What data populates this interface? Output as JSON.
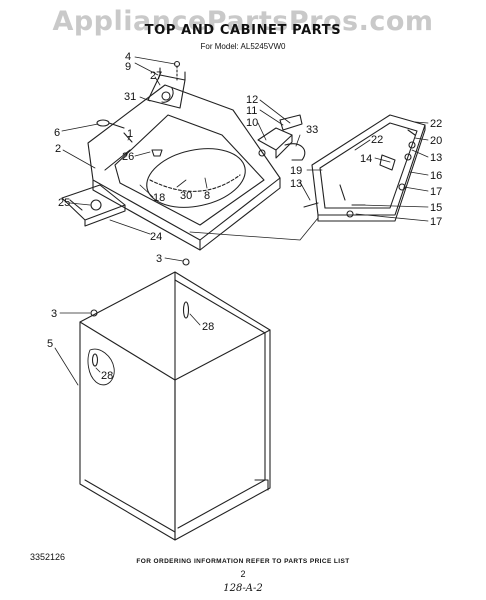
{
  "watermark": "AppliancePartsPros.com",
  "title": "TOP AND CABINET PARTS",
  "model_line": "For Model: AL5245VW0",
  "doc_number": "3352126",
  "footer_note": "FOR ORDERING INFORMATION REFER TO PARTS PRICE LIST",
  "page_number": "2",
  "handwritten_note": "128-A-2",
  "part_labels": [
    "4",
    "9",
    "27",
    "31",
    "6",
    "1",
    "2",
    "26",
    "30",
    "8",
    "18",
    "25",
    "24",
    "12",
    "11",
    "10",
    "33",
    "22",
    "22",
    "20",
    "13",
    "14",
    "19",
    "13",
    "16",
    "17",
    "15",
    "17",
    "3",
    "3",
    "28",
    "5",
    "28"
  ]
}
